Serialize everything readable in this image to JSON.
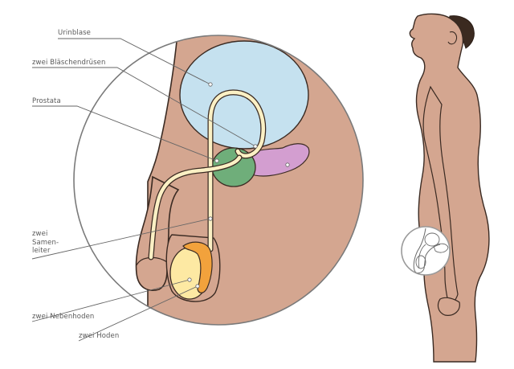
{
  "labels": {
    "urinblase": "Urinblase",
    "blaeschendruesen": "zwei Bläschendrüsen",
    "prostata": "Prostata",
    "samenleiter_1": "zwei",
    "samenleiter_2": "Samen-",
    "samenleiter_3": "leiter",
    "nebenhoden": "zwei Nebenhoden",
    "hoden": "zwei Hoden"
  },
  "colors": {
    "skin": "#d4a690",
    "skin_outline": "#3a2a22",
    "bladder": "#c5e1ef",
    "prostate": "#6fae7a",
    "seminal_vesicle": "#d39ed0",
    "vas_deferens": "#fbf0c4",
    "testis": "#fde9a3",
    "epididymis": "#f2a23c",
    "leader_line": "#666666",
    "hair": "#3b2a20"
  }
}
